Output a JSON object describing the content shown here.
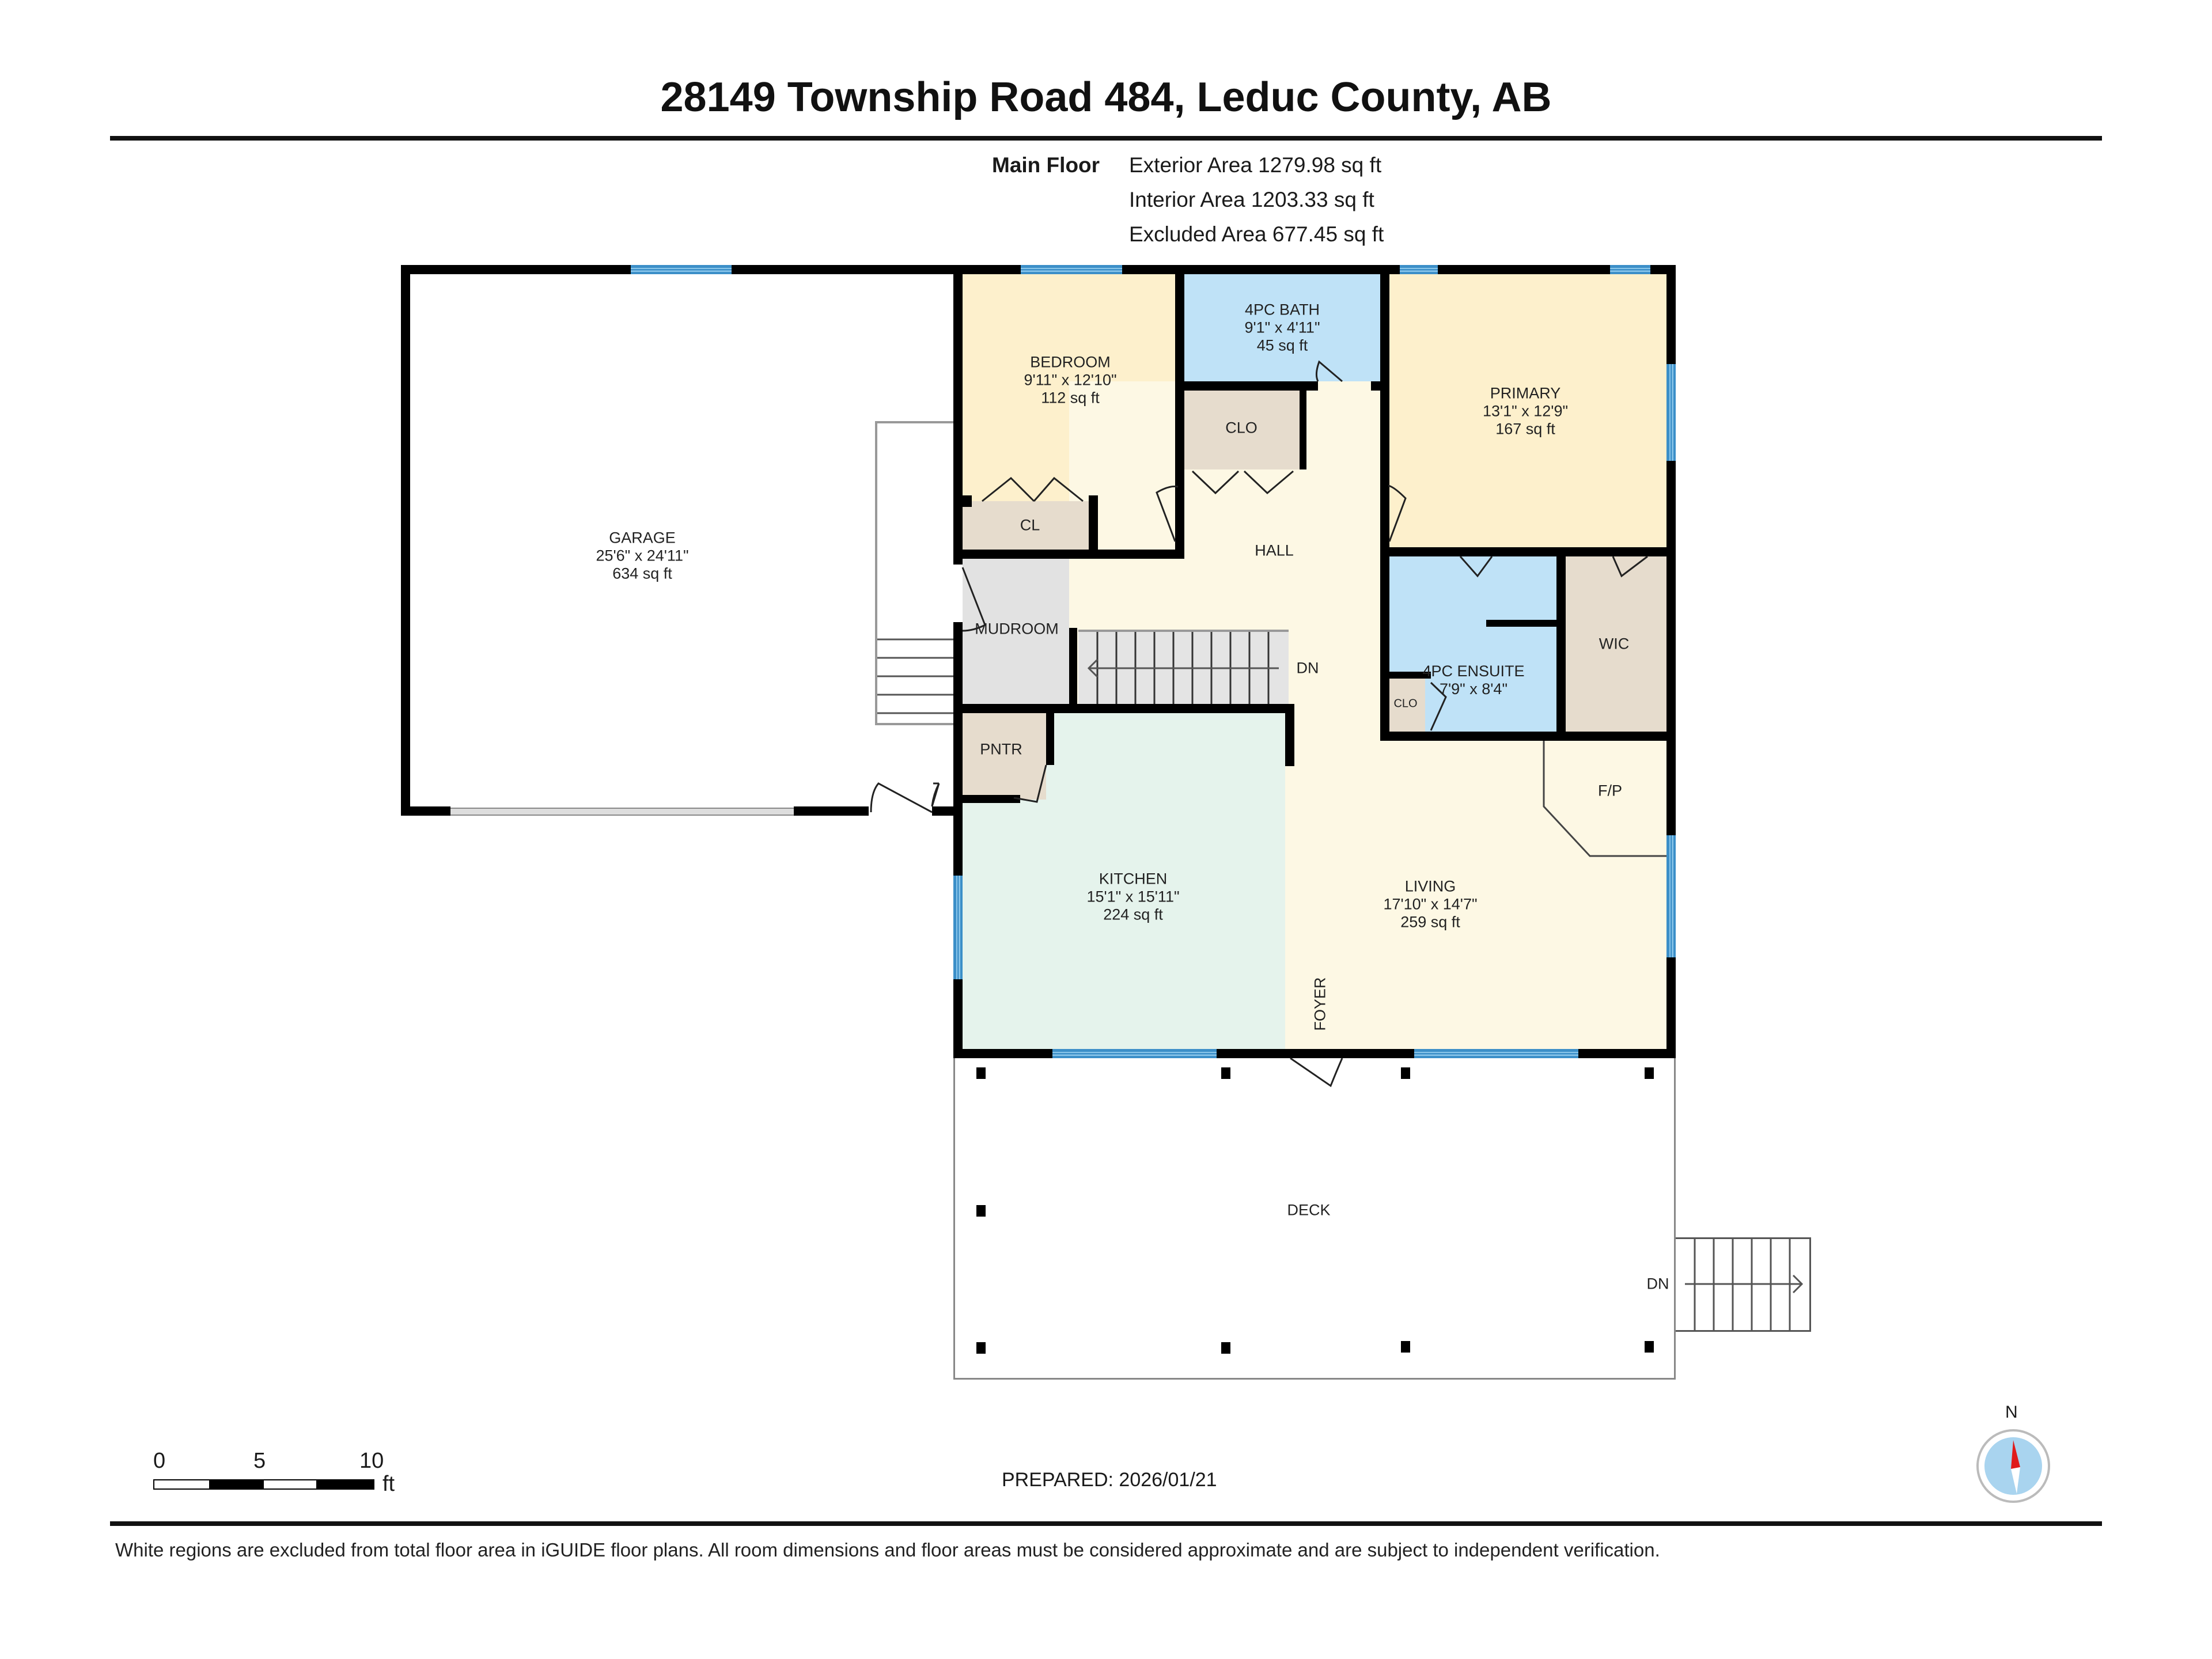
{
  "header": {
    "title": "28149 Township Road 484, Leduc County, AB",
    "floor_label": "Main Floor",
    "exterior_area": "Exterior Area 1279.98 sq ft",
    "interior_area": "Interior Area 1203.33 sq ft",
    "excluded_area": "Excluded Area 677.45 sq ft"
  },
  "rooms": {
    "garage": {
      "name": "GARAGE",
      "dims": "25'6\" x 24'11\"",
      "area": "634 sq ft"
    },
    "bedroom": {
      "name": "BEDROOM",
      "dims": "9'11\" x 12'10\"",
      "area": "112 sq ft"
    },
    "bath": {
      "name": "4PC BATH",
      "dims": "9'1\" x 4'11\"",
      "area": "45 sq ft"
    },
    "primary": {
      "name": "PRIMARY",
      "dims": "13'1\" x 12'9\"",
      "area": "167 sq ft"
    },
    "clo_hall": {
      "name": "CLO"
    },
    "cl_bedroom": {
      "name": "CL"
    },
    "hall": {
      "name": "HALL"
    },
    "mudroom": {
      "name": "MUDROOM"
    },
    "stairs_dn": {
      "name": "DN"
    },
    "ensuite": {
      "name": "4PC ENSUITE",
      "dims": "7'9\" x 8'4\""
    },
    "clo_ensuite": {
      "name": "CLO"
    },
    "wic": {
      "name": "WIC"
    },
    "pantry": {
      "name": "PNTR"
    },
    "fireplace": {
      "name": "F/P"
    },
    "kitchen": {
      "name": "KITCHEN",
      "dims": "15'1\" x 15'11\"",
      "area": "224 sq ft"
    },
    "living": {
      "name": "LIVING",
      "dims": "17'10\" x 14'7\"",
      "area": "259 sq ft"
    },
    "foyer": {
      "name": "FOYER"
    },
    "deck": {
      "name": "DECK"
    },
    "deck_stairs_dn": {
      "name": "DN"
    }
  },
  "colors": {
    "bedroom_fill": "#fdf0cc",
    "bath_fill": "#bfe2f7",
    "closet_fill": "#e6dccd",
    "hall_fill": "#fdf8e4",
    "mudroom_fill": "#e2e2e2",
    "kitchen_fill": "#e5f3ec",
    "window_blue": "#3c8fc8",
    "wall": "#000000"
  },
  "scale_bar": {
    "ticks": [
      "0",
      "5",
      "10"
    ],
    "unit": "ft"
  },
  "prepared": "PREPARED: 2026/01/21",
  "compass": {
    "label": "N"
  },
  "footer": {
    "disclaimer": "White regions are excluded from total floor area in iGUIDE floor plans. All room dimensions and floor areas must be considered approximate and are subject to independent verification."
  }
}
